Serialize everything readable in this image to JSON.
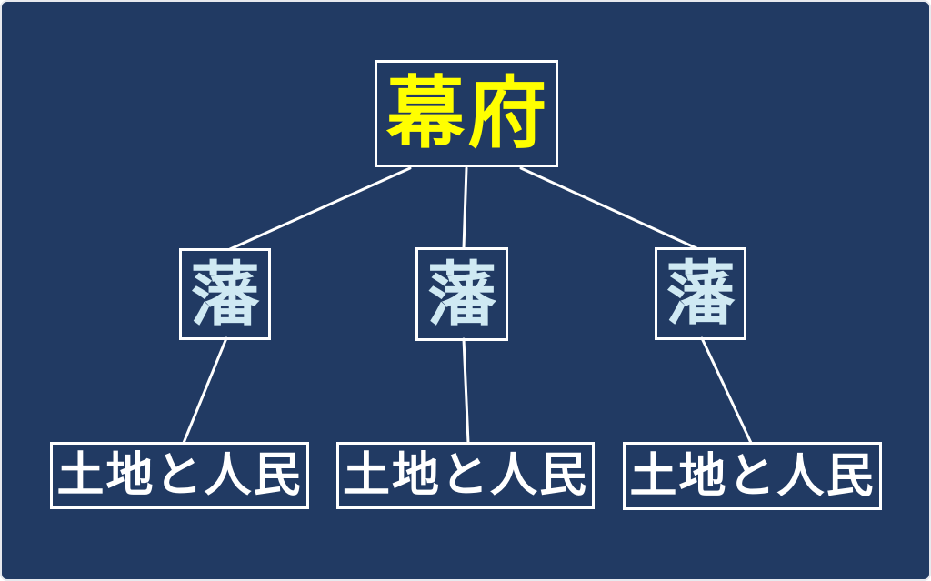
{
  "colors": {
    "background": "#213a63",
    "border_frame": "#e7e9ee",
    "box_border": "#ffffff",
    "connector_line": "#ffffff",
    "bakufu_text": "#ffff00",
    "han_text": "#cfe9f3",
    "land_text": "#ffffff"
  },
  "diagram": {
    "root": {
      "label": "幕府"
    },
    "level2": [
      {
        "label": "藩"
      },
      {
        "label": "藩"
      },
      {
        "label": "藩"
      }
    ],
    "level3": [
      {
        "label": "土地と人民"
      },
      {
        "label": "土地と人民"
      },
      {
        "label": "土地と人民"
      }
    ]
  }
}
